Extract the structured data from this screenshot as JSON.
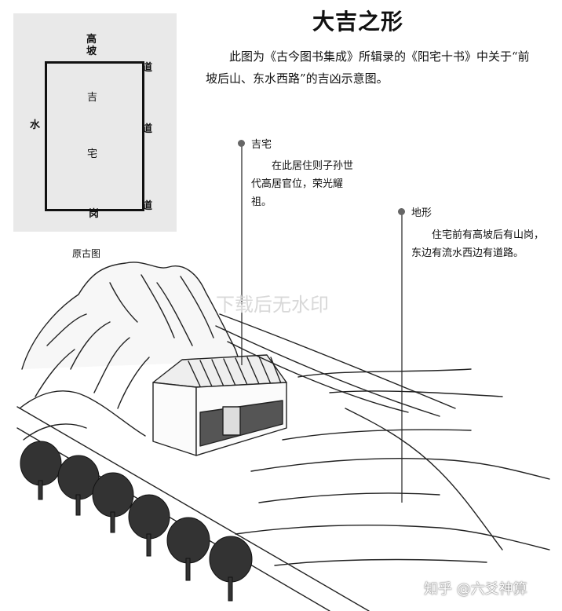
{
  "title": "大吉之形",
  "description": "此图为《古今图书集成》所辑录的《阳宅十书》中关于“前坡后山、东水西路”的吉凶示意图。",
  "old_map": {
    "caption": "原古图",
    "top_label": "高坡",
    "left_label": "水",
    "right_labels": [
      "道",
      "道",
      "道"
    ],
    "bottom_label": "岗",
    "center_labels": [
      "吉",
      "宅"
    ]
  },
  "annotations": [
    {
      "title": "吉宅",
      "text": "在此居住则子孙世代高居官位，荣光耀祖。"
    },
    {
      "title": "地形",
      "text": "住宅前有高坡后有山岗，东边有流水西边有道路。"
    }
  ],
  "watermarks": [
    "下载后无水印",
    "知乎 @六爻神算"
  ],
  "colors": {
    "map_bg": "#e9e9e9",
    "ink": "#111111",
    "marker": "#666666"
  }
}
